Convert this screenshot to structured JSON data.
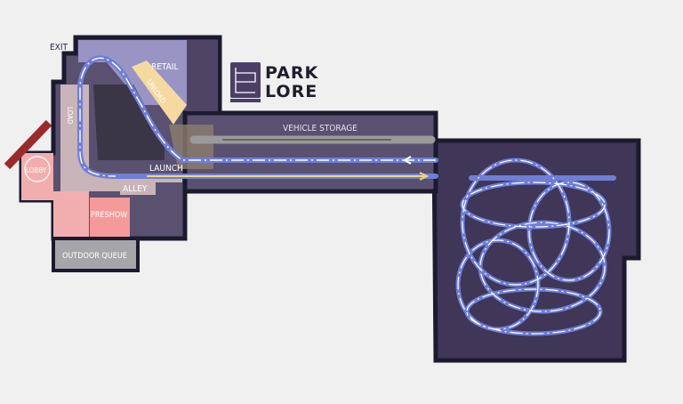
{
  "logo": {
    "line1": "PARK",
    "line2": "LORE",
    "icon": "book-icon"
  },
  "labels": {
    "exit": "EXIT",
    "retail": "RETAIL",
    "unload": "UNLOAD",
    "load": "LOAD",
    "vehicle_storage": "VEHICLE STORAGE",
    "launch": "LAUNCH",
    "alley": "ALLEY",
    "lobby": "LOBBY",
    "preshow": "PRESHOW",
    "outdoor_queue": "OUTDOOR QUEUE"
  },
  "colors": {
    "building": "#5a5070",
    "outline": "#1c1a2e",
    "retail": "#9a94c4",
    "unload": "#f6d9a0",
    "load": "#c9b4ba",
    "queue": "#f2aeae",
    "preshow": "#f59a9a",
    "outdoor_queue": "#a6a6aa",
    "show_building": "#3f3658",
    "track": "#6f7fd6",
    "launch_track": "#f0d870",
    "entrance_sign": "#9a2b2b",
    "storage_rail": "#9a9a9a"
  }
}
